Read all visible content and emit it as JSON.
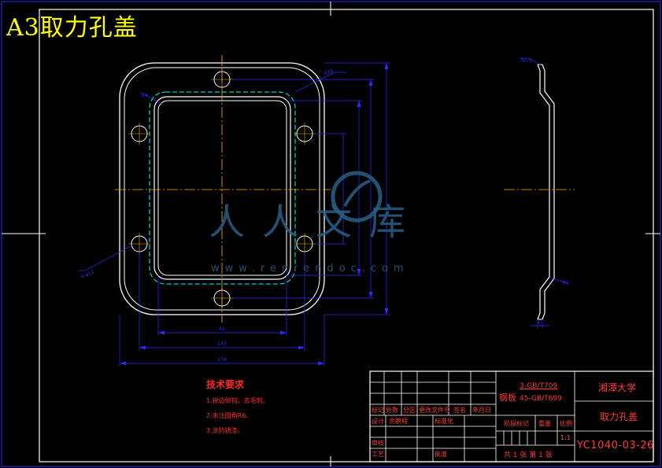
{
  "sheet": {
    "title": "A3取力孔盖",
    "drawing_number": "YC1040-03-26"
  },
  "technical_requirements": {
    "title": "技术要求",
    "items": [
      "1.锐边倒钝，去毛刺。",
      "2.未注圆角R6。",
      "3.涂防锈漆。"
    ]
  },
  "title_block": {
    "school": "湘潭大学",
    "part_name": "取力孔盖",
    "material_label": "钢板",
    "material_line1": "3-GB/T709",
    "material_line2": "45-GB/T699",
    "scale_header": "比例",
    "scale_value": "1:1",
    "weight_header": "重量",
    "stage_header": "阶段标记",
    "sheet_info": "共 1 张  第 1 张",
    "row_headers": [
      "标记",
      "处数",
      "分区",
      "更改文件号",
      "签名",
      "年月日"
    ],
    "designer_label": "设计",
    "designer_name": "余鹏程",
    "standardize_label": "标准化",
    "review_label": "审核",
    "process_label": "工艺",
    "approve_label": "批准"
  },
  "dimensions": {
    "width_outer": "174",
    "width_holes": "143",
    "width_inner": "91",
    "corner_radius": "R6",
    "edge_radius": "R32",
    "hole_spec": "6-φ12",
    "side_top": "R0.5",
    "side_bottom": "R2",
    "thickness": "6"
  },
  "watermark": {
    "brand": "人人文库",
    "url": "www.renrendoc.com"
  },
  "colors": {
    "background": "#000000",
    "outline": "#ffffff",
    "dimension": "#2d2dff",
    "centerline": "#ffb000",
    "hidden": "#00ffff",
    "title": "#ffff00",
    "annotation": "#ff2a2a"
  }
}
